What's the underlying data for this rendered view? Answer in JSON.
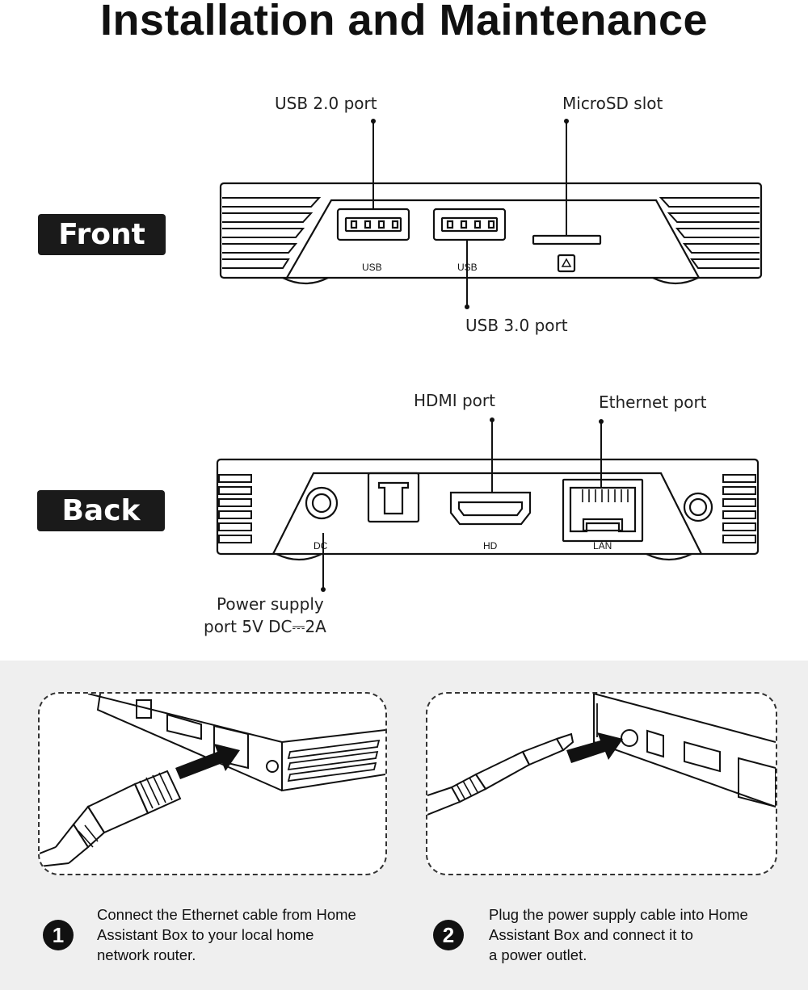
{
  "title": "Installation and Maintenance",
  "front": {
    "tag": "Front",
    "callouts": {
      "usb2": "USB 2.0 port",
      "microsd": "MicroSD slot",
      "usb3": "USB 3.0 port"
    },
    "port_labels": {
      "usb_left": "USB",
      "usb_right": "USB"
    }
  },
  "back": {
    "tag": "Back",
    "callouts": {
      "hdmi": "HDMI port",
      "ethernet": "Ethernet port",
      "power_line1": "Power supply",
      "power_line2": "port 5V DC⎓2A"
    },
    "port_labels": {
      "dc": "DC",
      "hd": "HD",
      "lan": "LAN"
    }
  },
  "steps": [
    {
      "number": "1",
      "text": "Connect the Ethernet cable from Home\nAssistant Box to your local home\nnetwork router."
    },
    {
      "number": "2",
      "text": "Plug the power supply cable into Home\nAssistant Box and connect it to\na power outlet."
    }
  ]
}
